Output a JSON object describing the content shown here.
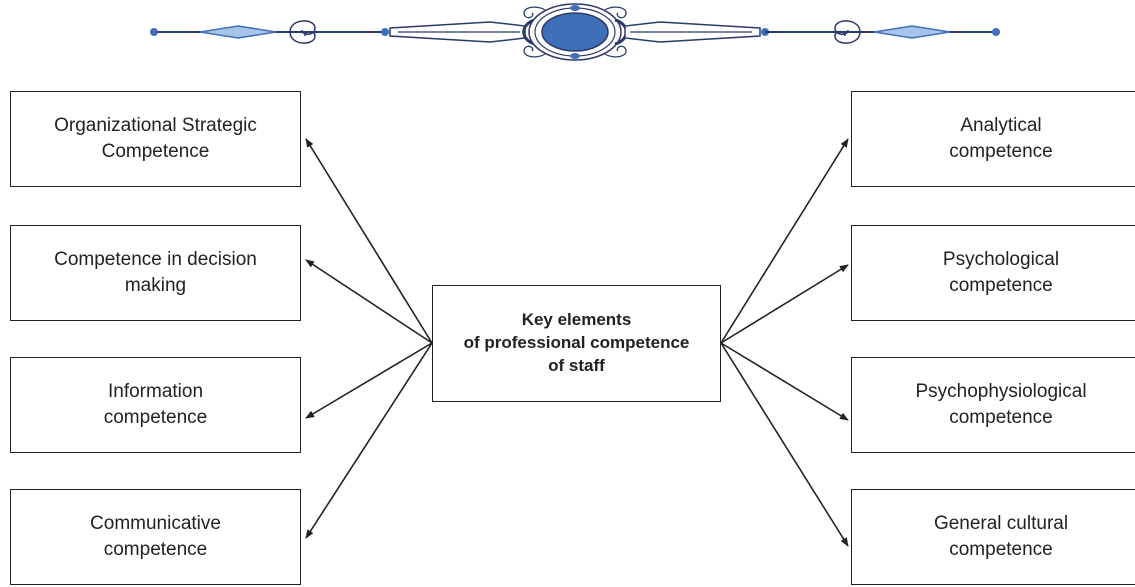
{
  "diagram": {
    "center": {
      "label": "Key elements\nof professional competence\nof staff"
    },
    "left": [
      {
        "label": "Organizational Strategic\nCompetence"
      },
      {
        "label": "Competence in decision\nmaking"
      },
      {
        "label": "Information\ncompetence"
      },
      {
        "label": "Communicative\ncompetence"
      }
    ],
    "right": [
      {
        "label": "Analytical\ncompetence"
      },
      {
        "label": "Psychological\ncompetence"
      },
      {
        "label": "Psychophysiological\ncompetence"
      },
      {
        "label": "General cultural\ncompetence"
      }
    ]
  },
  "colors": {
    "ornament_blue": "#3f6fb8",
    "ornament_light": "#a9c4ea",
    "ornament_dark": "#2b3a6b",
    "line": "#222222"
  }
}
